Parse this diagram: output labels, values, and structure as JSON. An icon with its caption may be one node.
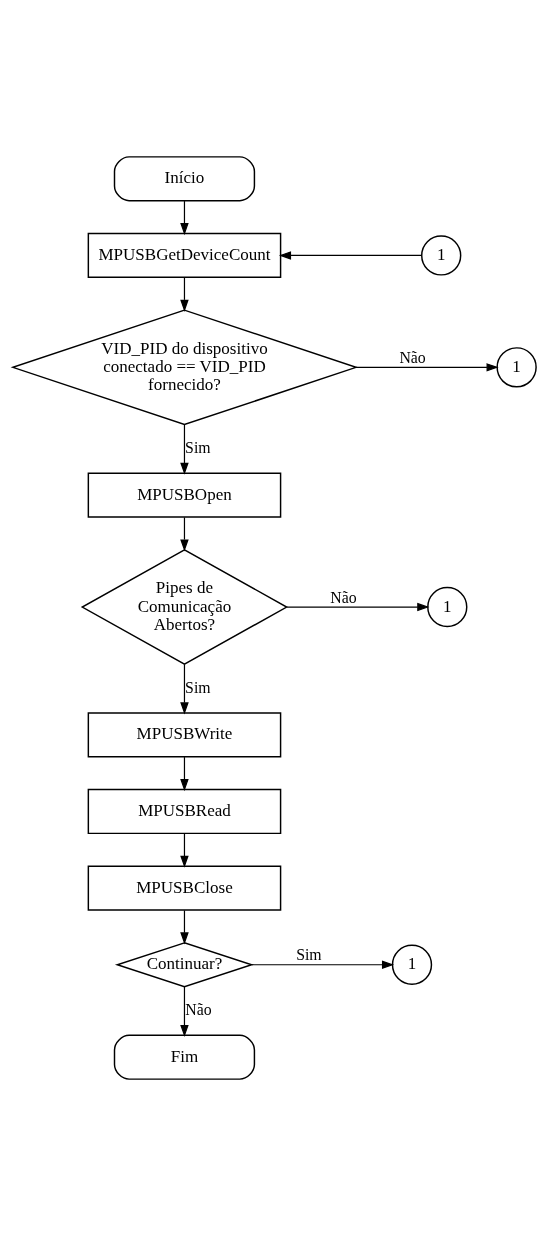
{
  "diagram": {
    "nodes": [
      {
        "text": [
          "Início"
        ]
      },
      {
        "text": [
          "1"
        ]
      },
      {
        "text": [
          "MPUSBGetDeviceCount"
        ]
      },
      {
        "text": [
          "VID_PID do dispositivo conectado == VID_PID fornecido?"
        ]
      },
      {
        "text": [
          "1"
        ]
      },
      {
        "text": [
          "MPUSBOpen"
        ]
      },
      {
        "text": [
          "Pipes de Comunicação Abertos?"
        ]
      },
      {
        "text": [
          "1"
        ]
      },
      {
        "text": [
          "MPUSBWrite"
        ]
      },
      {
        "text": [
          "MPUSBRead"
        ]
      },
      {
        "text": [
          "MPUSBClose"
        ]
      },
      {
        "text": [
          "Continuar?"
        ]
      },
      {
        "text": [
          "1"
        ]
      },
      {
        "text": [
          "Fim"
        ]
      }
    ],
    "edges": [
      {
        "from": 0,
        "to": 2,
        "arrow": "to"
      },
      {
        "from": 1,
        "to": 2,
        "arrow": "to"
      },
      {
        "from": 2,
        "to": 3,
        "arrow": "to"
      },
      {
        "from": 3,
        "to": 4,
        "arrow": "to",
        "label": "Não"
      },
      {
        "from": 3,
        "to": 5,
        "arrow": "to",
        "label": "Sim"
      },
      {
        "from": 5,
        "to": 6,
        "arrow": "to"
      },
      {
        "from": 6,
        "to": 7,
        "arrow": "to",
        "label": "Não"
      },
      {
        "from": 6,
        "to": 8,
        "arrow": "to",
        "label": "Sim"
      },
      {
        "from": 8,
        "to": 9,
        "arrow": "to"
      },
      {
        "from": 9,
        "to": 10,
        "arrow": "to"
      },
      {
        "from": 10,
        "to": 11,
        "arrow": "to"
      },
      {
        "from": 11,
        "to": 12,
        "arrow": "to",
        "label": "Sim"
      },
      {
        "from": 11,
        "to": 13,
        "arrow": "to",
        "label": "Não"
      }
    ]
  }
}
